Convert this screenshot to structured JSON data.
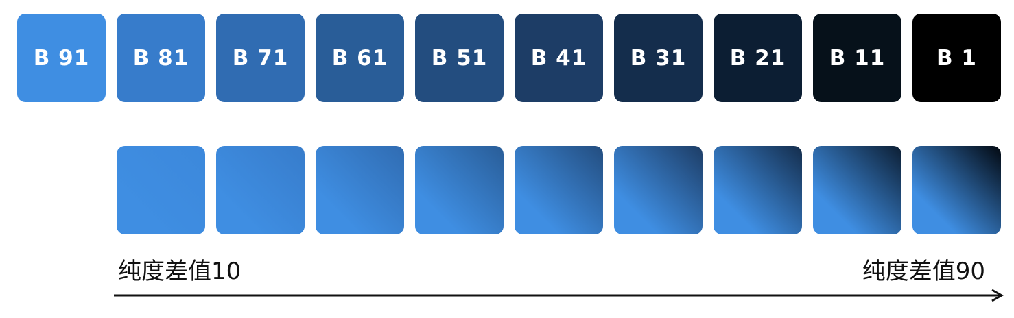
{
  "colors": {
    "base": "#3f8ee2",
    "darkest": "#000000"
  },
  "top_row": [
    {
      "label": "B 91",
      "color": "#3f8ee2"
    },
    {
      "label": "B 81",
      "color": "#377ccb"
    },
    {
      "label": "B 71",
      "color": "#306cb2"
    },
    {
      "label": "B 61",
      "color": "#295d98"
    },
    {
      "label": "B 51",
      "color": "#234d7f"
    },
    {
      "label": "B 41",
      "color": "#1d3d66"
    },
    {
      "label": "B 31",
      "color": "#142d4c"
    },
    {
      "label": "B 21",
      "color": "#0c1e33"
    },
    {
      "label": "B 11",
      "color": "#06111a"
    },
    {
      "label": "B 1",
      "color": "#000000"
    }
  ],
  "bottom_row": [
    {
      "from": "#3f8ee2",
      "to": "#3c88db"
    },
    {
      "from": "#3f8ee2",
      "to": "#377ccb"
    },
    {
      "from": "#3f8ee2",
      "to": "#306cb2"
    },
    {
      "from": "#3f8ee2",
      "to": "#295d98"
    },
    {
      "from": "#3f8ee2",
      "to": "#234d7f"
    },
    {
      "from": "#3f8ee2",
      "to": "#1d3d66"
    },
    {
      "from": "#3f8ee2",
      "to": "#142d4c"
    },
    {
      "from": "#3f8ee2",
      "to": "#0c1e33"
    },
    {
      "from": "#3f8ee2",
      "to": "#020810"
    }
  ],
  "captions": {
    "left": "纯度差值10",
    "right": "纯度差值90"
  }
}
